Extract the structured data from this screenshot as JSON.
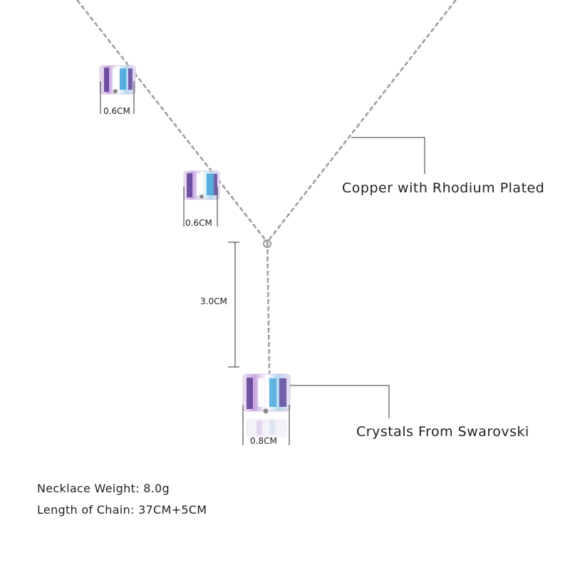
{
  "product": {
    "material_label": "Copper with Rhodium Plated",
    "crystal_label": "Crystals From Swarovski"
  },
  "dimensions": {
    "top_cube": "0.6CM",
    "middle_cube": "0.6CM",
    "drop_length": "3.0CM",
    "bottom_cube": "0.8CM"
  },
  "specs": {
    "weight_label": "Necklace Weight:",
    "weight_value": "8.0g",
    "length_label": "Length of Chain:",
    "length_value": "37CM+5CM"
  },
  "colors": {
    "chain": "#9a9a9a",
    "crystal_purple": "#4b2c8a",
    "crystal_blue": "#3aa0d8",
    "crystal_pink": "#e9c8e8"
  }
}
